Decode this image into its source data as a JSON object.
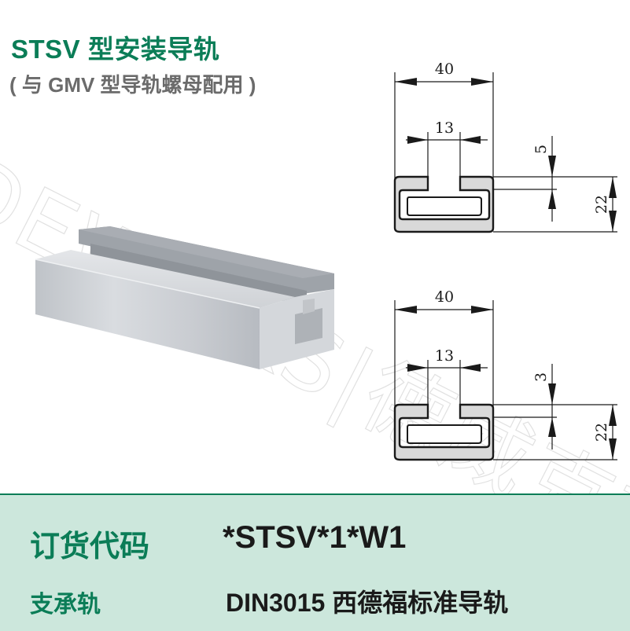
{
  "header": {
    "title": "STSV 型安装导轨",
    "subtitle": "( 与 GMV 型导轨螺母配用 )"
  },
  "watermark": {
    "text": "DEWICKS|德威克斯"
  },
  "product_image": {
    "description": "aluminium mounting rail with T-slot"
  },
  "drawings": [
    {
      "name": "profile-drawing-5",
      "width_label": "40",
      "slot_width_label": "13",
      "lip_thickness_label": "5",
      "height_label": "22"
    },
    {
      "name": "profile-drawing-3",
      "width_label": "40",
      "slot_width_label": "13",
      "lip_thickness_label": "3",
      "height_label": "22"
    }
  ],
  "info": {
    "order_code_label": "订货代码",
    "order_code_value": "*STSV*1*W1",
    "support_rail_label": "支承轨",
    "support_rail_value": "DIN3015 西德福标准导轨"
  },
  "colors": {
    "brand_green": "#0b7d57",
    "subtitle_gray": "#6b6b6b",
    "panel_bg": "#cce7dc",
    "profile_fill": "#d9d9d9"
  }
}
